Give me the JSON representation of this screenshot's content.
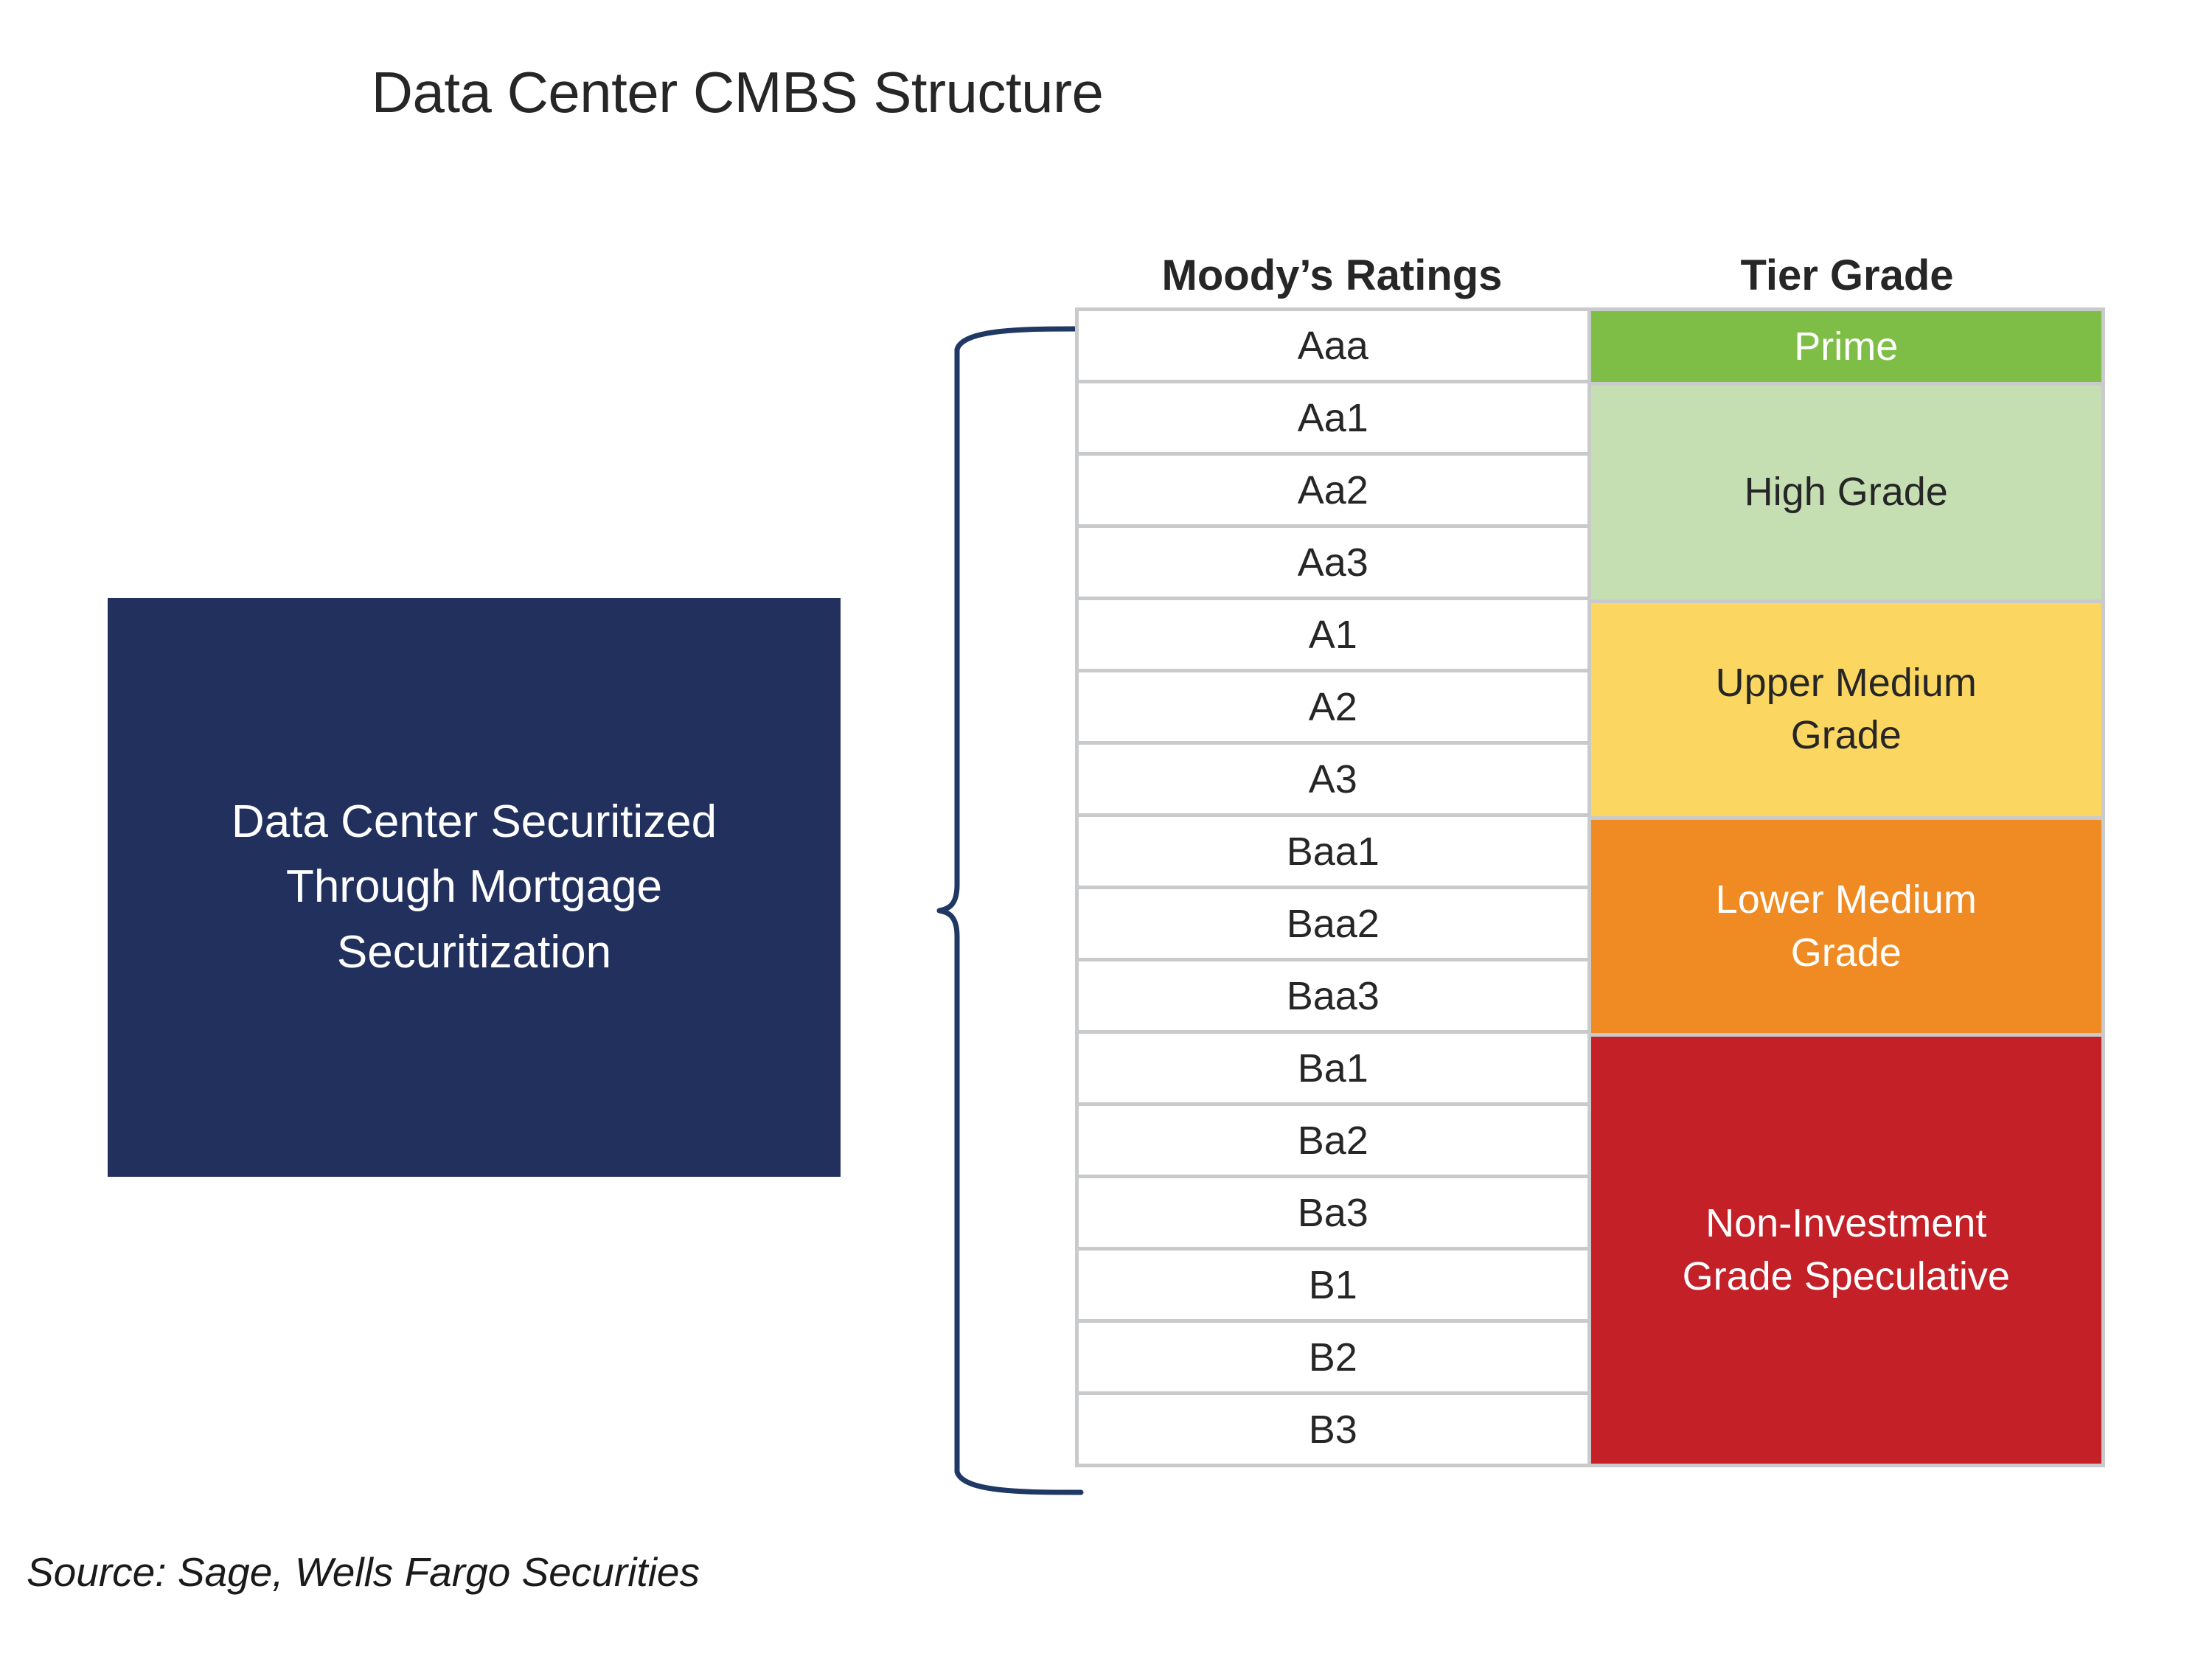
{
  "title": "Data Center CMBS Structure",
  "source_box": {
    "label": "Data Center Securitized\nThrough Mortgage\nSecuritization",
    "background": "#22305E",
    "text_color": "#FFFFFF"
  },
  "connector": {
    "icon": "curly-brace",
    "color": "#1F3864"
  },
  "headers": {
    "ratings": "Moody’s Ratings",
    "tier": "Tier Grade"
  },
  "chart_data": {
    "type": "table",
    "title": "Data Center CMBS Structure",
    "columns": [
      "Moody’s Ratings",
      "Tier Grade"
    ],
    "ratings": [
      "Aaa",
      "Aa1",
      "Aa2",
      "Aa3",
      "A1",
      "A2",
      "A3",
      "Baa1",
      "Baa2",
      "Baa3",
      "Ba1",
      "Ba2",
      "Ba3",
      "B1",
      "B2",
      "B3"
    ],
    "tiers": [
      {
        "label": "Prime",
        "rows": 1,
        "ratings": [
          "Aaa"
        ],
        "bg": "#7FBE46",
        "fg": "#FFFFFF"
      },
      {
        "label": "High Grade",
        "rows": 3,
        "ratings": [
          "Aa1",
          "Aa2",
          "Aa3"
        ],
        "bg": "#C5DFB3",
        "fg": "#262626"
      },
      {
        "label": "Upper Medium\nGrade",
        "rows": 3,
        "ratings": [
          "A1",
          "A2",
          "A3"
        ],
        "bg": "#FBD762",
        "fg": "#262626"
      },
      {
        "label": "Lower Medium\nGrade",
        "rows": 3,
        "ratings": [
          "Baa1",
          "Baa2",
          "Baa3"
        ],
        "bg": "#F08A22",
        "fg": "#FFFFFF"
      },
      {
        "label": "Non-Investment\nGrade Speculative",
        "rows": 6,
        "ratings": [
          "Ba1",
          "Ba2",
          "Ba3",
          "B1",
          "B2",
          "B3"
        ],
        "bg": "#C42028",
        "fg": "#FFFFFF"
      }
    ],
    "grid_color": "#C9CACC",
    "cell_background": "#FFFFFF"
  },
  "footnote": "Source: Sage, Wells Fargo Securities"
}
